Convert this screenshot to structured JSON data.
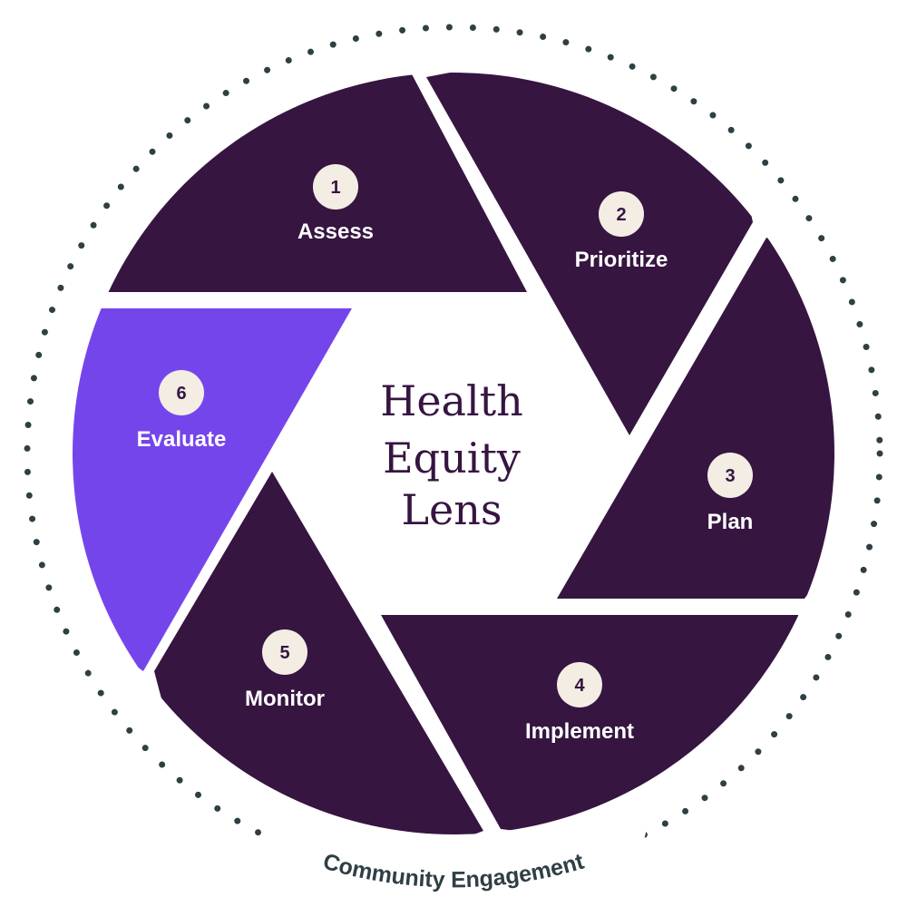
{
  "diagram": {
    "center_title_lines": [
      "Health",
      "Equity",
      "Lens"
    ],
    "ring_label": "Community Engagement",
    "steps": [
      {
        "number": "1",
        "label": "Assess"
      },
      {
        "number": "2",
        "label": "Prioritize"
      },
      {
        "number": "3",
        "label": "Plan"
      },
      {
        "number": "4",
        "label": "Implement"
      },
      {
        "number": "5",
        "label": "Monitor"
      },
      {
        "number": "6",
        "label": "Evaluate"
      }
    ],
    "colors": {
      "segment": "#361541",
      "segment_highlight": "#7545EC",
      "badge_fill": "#F3EDE4",
      "badge_text": "#361541",
      "center_text": "#361541",
      "ring_dots": "#2F3F44",
      "ring_text": "#2F3F44",
      "background": "#FFFFFF"
    },
    "highlighted_step": "6"
  }
}
